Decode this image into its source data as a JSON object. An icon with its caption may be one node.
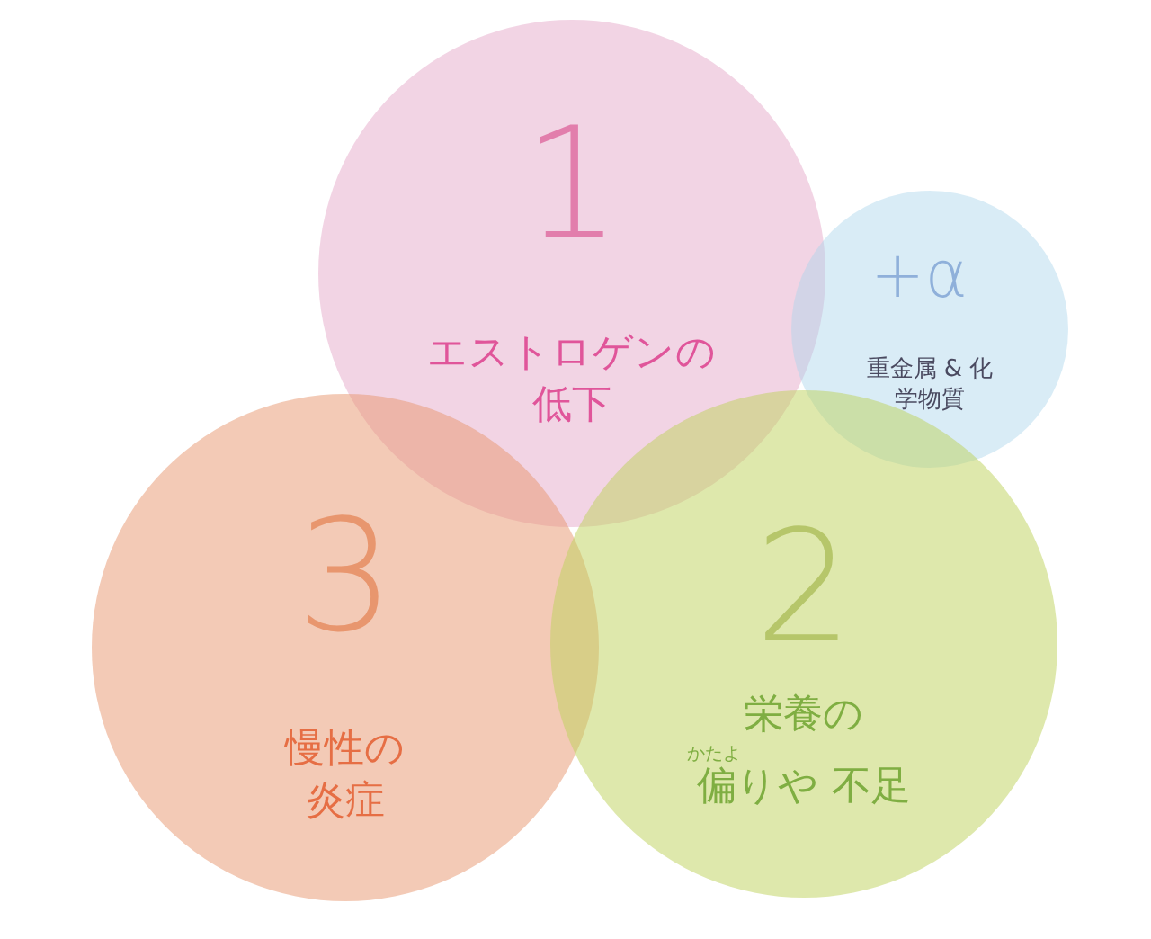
{
  "diagram": {
    "nodes": [
      {
        "text": [
          "1",
          "エストロゲンの低下"
        ]
      },
      {
        "text": [
          "+α",
          "重金属 & 化学物質"
        ]
      },
      {
        "text": [
          "3",
          "慢性の炎症"
        ]
      },
      {
        "text": [
          "2",
          "栄養の",
          "かたよ",
          "偏りや 不足"
        ]
      }
    ]
  }
}
